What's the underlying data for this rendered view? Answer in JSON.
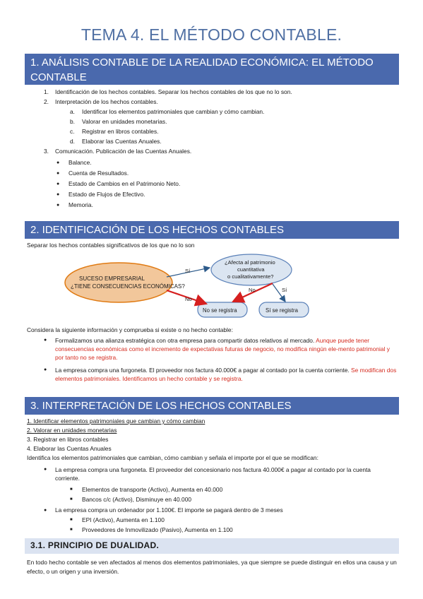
{
  "title": "TEMA 4. EL MÉTODO CONTABLE.",
  "section1": {
    "heading": "1. ANÁLISIS CONTABLE DE LA REALIDAD ECONÓMICA: EL MÉTODO CONTABLE",
    "items": [
      {
        "marker": "1.",
        "text": "Identificación de los hechos contables. Separar los hechos contables de los que no lo son."
      },
      {
        "marker": "2.",
        "text": "Interpretación de los hechos contables."
      },
      {
        "marker": "a.",
        "text": "Identificar los elementos patrimoniales que cambian y cómo cambian."
      },
      {
        "marker": "b.",
        "text": "Valorar en unidades monetarias."
      },
      {
        "marker": "c.",
        "text": "Registrar en libros contables."
      },
      {
        "marker": "d.",
        "text": "Elaborar las Cuentas Anuales."
      },
      {
        "marker": "3.",
        "text": "Comunicación. Publicación de las Cuentas Anuales."
      },
      {
        "marker": "●",
        "text": "Balance."
      },
      {
        "marker": "●",
        "text": "Cuenta de Resultados."
      },
      {
        "marker": "●",
        "text": "Estado de Cambios en el Patrimonio Neto."
      },
      {
        "marker": "●",
        "text": "Estado de Flujos de Efectivo."
      },
      {
        "marker": "●",
        "text": "Memoria."
      }
    ]
  },
  "section2": {
    "heading": "2. IDENTIFICACIÓN DE LOS HECHOS CONTABLES",
    "intro": "Separar los hechos contables significativos de los que no lo son",
    "diagram": {
      "left_line1": "SUCESO EMPRESARIAL",
      "left_line2": "¿TIENE CONSECUENCIAS ECONÓMICAS?",
      "question_line1": "¿Afecta al patrimonio",
      "question_line2": "cuantitativa",
      "question_line3": "o cualitativamente?",
      "no_register": "No se registra",
      "yes_register": "Sí se registra",
      "label_si_top": "Sí",
      "label_no_bottom": "No",
      "label_no_mid": "No",
      "label_si_right": "Sí"
    },
    "consider": "Considera la siguiente información y comprueba si existe o no hecho contable:",
    "bullet1_black": "Formalizamos una alianza estratégica con otra empresa para compartir datos relativos al mercado. ",
    "bullet1_red": "Aunque puede tener consecuencias económicas como el incremento de expectativas futuras de negocio, no modifica ningún ele-mento patrimonial y por tanto no se registra.",
    "bullet2_black": "La empresa compra una furgoneta. El proveedor nos factura 40.000€ a pagar al contado por la cuenta corriente. ",
    "bullet2_red": "Se modifican dos elementos patrimoniales. Identificamos un hecho contable y se registra."
  },
  "section3": {
    "heading": "3. INTERPRETACIÓN DE LOS HECHOS CONTABLES",
    "steps": [
      "1. Identificar elementos patrimoniales que cambian y cómo cambian",
      "2. Valorar en unidades monetarias",
      "3. Registrar en libros contables",
      "4. Elaborar las Cuentas Anuales"
    ],
    "identify": "Identifica los elementos patrimoniales que cambian, cómo cambian y señala el importe por el que se modifican:",
    "ex1": "La empresa compra una furgoneta. El proveedor del concesionario nos factura 40.000€ a pagar al contado por la cuenta corriente.",
    "ex1_a": "Elementos de transporte (Activo), Aumenta en 40.000",
    "ex1_b": "Bancos c/c (Activo), Disminuye en 40.000",
    "ex2": "La empresa compra un ordenador por 1.100€. El importe se pagará dentro de 3 meses",
    "ex2_a": "EPI (Activo), Aumenta en 1.100",
    "ex2_b": "Proveedores de Inmovilizado (Pasivo), Aumenta en 1.100",
    "sub_heading": "3.1. PRINCIPIO DE DUALIDAD.",
    "duality": "En todo hecho contable se ven afectados al menos dos elementos patrimoniales, ya que siempre se puede distinguir en ellos una causa y un efecto, o un origen y una inversión."
  },
  "colors": {
    "band": "#4a69ad",
    "title": "#4f6fa3",
    "red_text": "#d42a1e",
    "ellipse_fill": "#f2c79b",
    "ellipse_stroke": "#e07a12",
    "box_fill": "#dbe5f1",
    "arrow_blue": "#2c5a8a",
    "arrow_red": "#d61f1f"
  }
}
